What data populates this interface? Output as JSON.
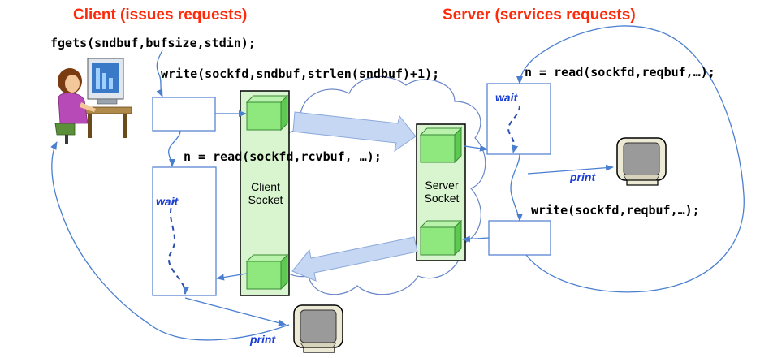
{
  "headings": {
    "client": "Client (issues requests)",
    "server": "Server (services requests)"
  },
  "code": {
    "fgets": "fgets(sndbuf,bufsize,stdin);",
    "client_write": "write(sockfd,sndbuf,strlen(sndbuf)+1);",
    "client_read": "n = read(sockfd,rcvbuf, …);",
    "server_read": "n = read(sockfd,reqbuf,…);",
    "server_write": "write(sockfd,reqbuf,…);"
  },
  "labels": {
    "wait": "wait",
    "print": "print",
    "client_socket": [
      "Client",
      "Socket"
    ],
    "server_socket": [
      "Server",
      "Socket"
    ]
  },
  "colors": {
    "heading": "#ff2a0a",
    "label_blue": "#1c3fd6",
    "line_blue": "#4a7fd0",
    "socket_fill": "#d8f5d0",
    "cube_fill": "#8ee87e",
    "arrow_fill": "#c5d7f2"
  },
  "icons": [
    "person-at-computer-icon",
    "monitor-icon"
  ]
}
